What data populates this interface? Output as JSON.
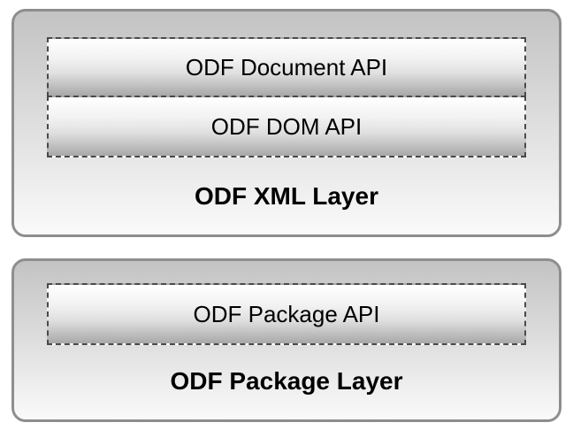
{
  "diagram": {
    "description": "ODF software architecture layer diagram",
    "colors": {
      "page_background": "#ffffff",
      "box_border": "#8e8e8e",
      "box_gradient_top": "#c3c3c3",
      "box_gradient_bottom": "#fafafa",
      "bar_border": "#4a4a4a",
      "bar_gradient_top": "#ffffff",
      "bar_gradient_bottom": "#a8a8a8",
      "text": "#000000"
    },
    "layers": [
      {
        "label": "ODF XML Layer",
        "apis": [
          {
            "label": "ODF Document API"
          },
          {
            "label": "ODF DOM API"
          }
        ]
      },
      {
        "label": "ODF Package Layer",
        "apis": [
          {
            "label": "ODF Package API"
          }
        ]
      }
    ]
  }
}
